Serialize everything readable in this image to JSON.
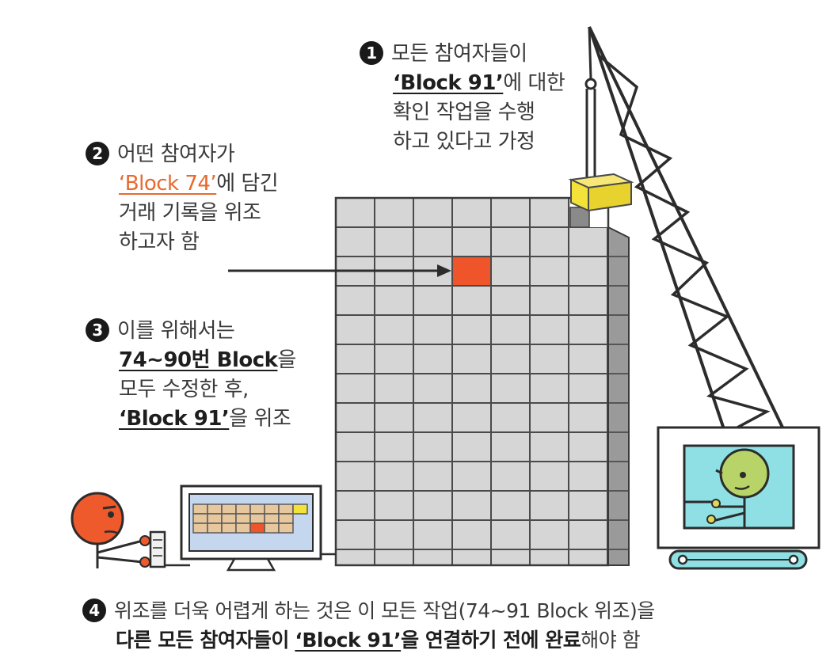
{
  "note1": {
    "num": "1",
    "line1": "모든 참여자들이",
    "line2_block": "‘Block 91’",
    "line2_rest": "에 대한",
    "line3": "확인 작업을 수행",
    "line4": "하고 있다고 가정"
  },
  "note2": {
    "num": "2",
    "line1": "어떤 참여자가",
    "line2_block": "‘Block 74’",
    "line2_rest": "에 담긴",
    "line3": "거래 기록을 위조",
    "line4": "하고자 함"
  },
  "note3": {
    "num": "3",
    "line1": "이를 위해서는",
    "line2_block": "74~90번 Block",
    "line2_rest": "을",
    "line3": "모두 수정한 후,",
    "line4_block": "‘Block 91’",
    "line4_rest": "을 위조"
  },
  "note4": {
    "num": "4",
    "line1": "위조를 더욱 어렵게 하는 것은 이 모든 작업(74~91 Block 위조)을",
    "line2_part1": "다른 모든 참여자들이",
    "line2_block": "‘Block 91’",
    "line2_part2": "을 연결하기 전에 완료",
    "line2_part3": "해야 함"
  },
  "colors": {
    "block_fill": "#d6d6d6",
    "block_side": "#9a9a9a",
    "forged_block": "#f0542a",
    "new_block": "#f2e23a",
    "accent_text": "#e8692e",
    "character_red": "#ee5a2c",
    "character_green": "#b8d468",
    "cabin_screen": "#8fe0e4"
  }
}
